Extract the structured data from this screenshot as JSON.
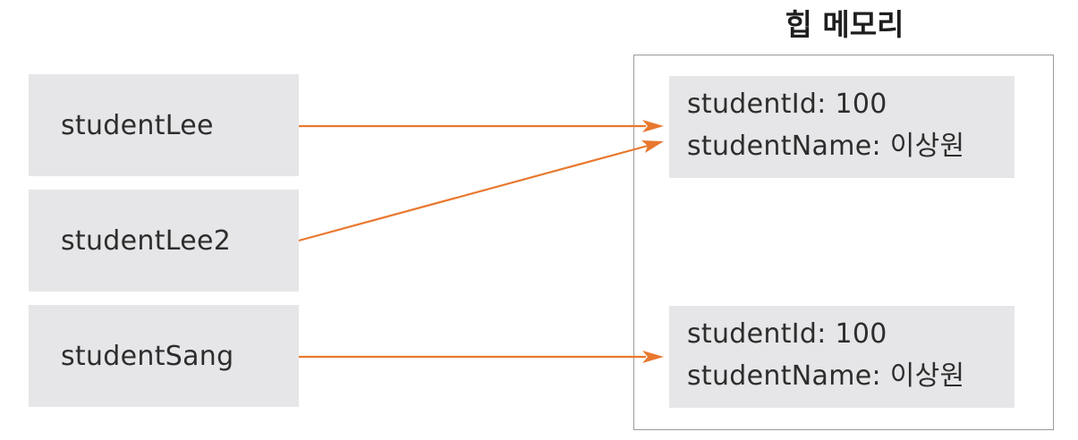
{
  "heap": {
    "title": "힙 메모리",
    "objects": [
      {
        "id_line": "studentId: 100",
        "name_line": "studentName: 이상원"
      },
      {
        "id_line": "studentId: 100",
        "name_line": "studentName: 이상원"
      }
    ]
  },
  "references": [
    {
      "label": "studentLee"
    },
    {
      "label": "studentLee2"
    },
    {
      "label": "studentSang"
    }
  ],
  "colors": {
    "arrow": "#e8782e",
    "box_fill": "#e6e6e8",
    "heap_border": "#9a9a9a"
  }
}
